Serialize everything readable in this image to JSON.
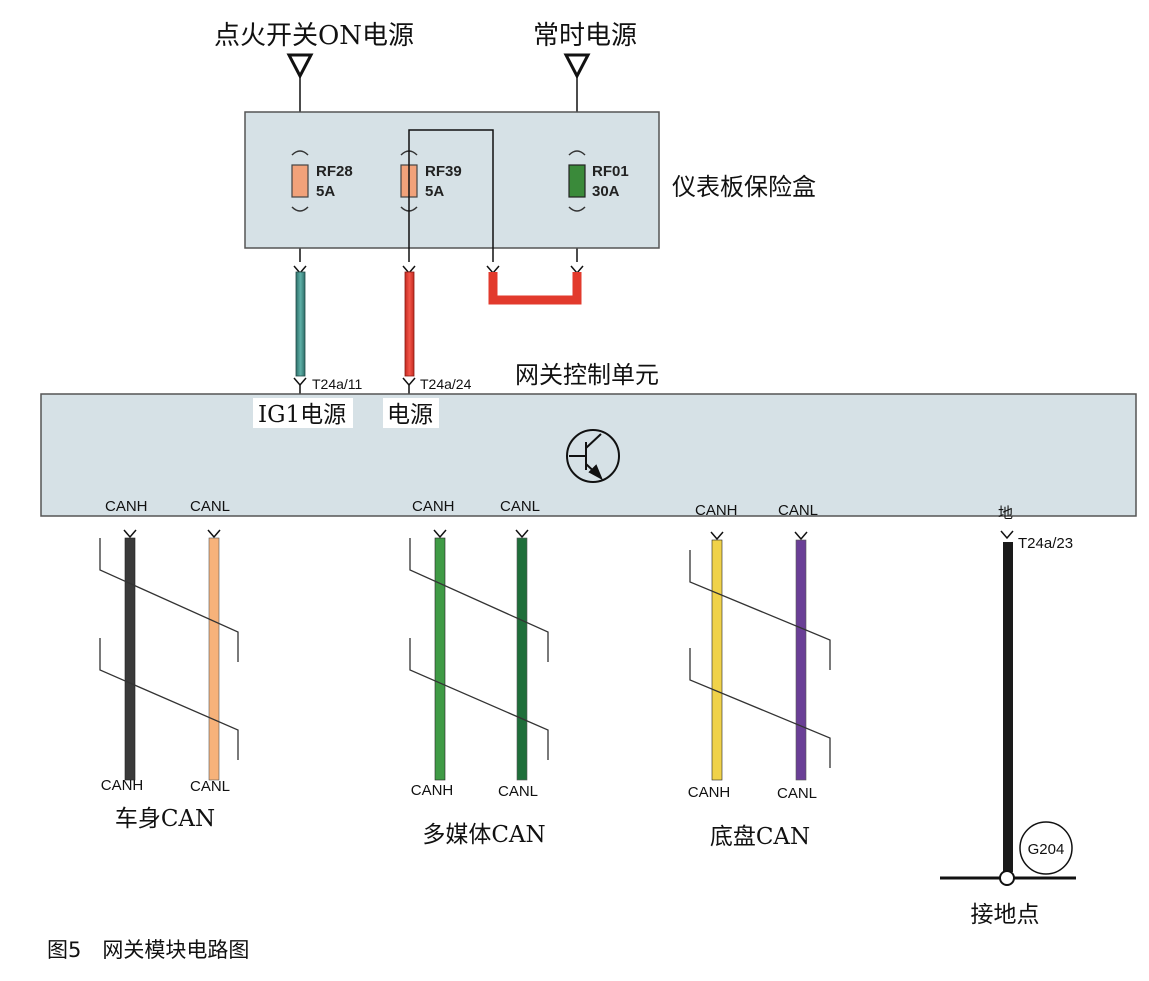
{
  "top_labels": {
    "ignition_on_power": "点火开关ON电源",
    "constant_power": "常时电源"
  },
  "fuse_box": {
    "title": "仪表板保险盒",
    "fuses": [
      {
        "id": "RF28",
        "rating": "5A",
        "color": "#f2a27a"
      },
      {
        "id": "RF39",
        "rating": "5A",
        "color": "#f2a27a"
      },
      {
        "id": "RF01",
        "rating": "30A",
        "color": "#3a8a3a"
      }
    ]
  },
  "gateway": {
    "title": "网关控制单元",
    "pins": {
      "ig1_pin": "T24a/11",
      "power_pin": "T24a/24",
      "ground_pin": "T24a/23"
    },
    "pin_labels": {
      "ig1": "IG1电源",
      "power": "电源",
      "ground": "地"
    },
    "bus_pins": {
      "canh": "CANH",
      "canl": "CANL"
    }
  },
  "buses": [
    {
      "name": "车身CAN",
      "canh_label": "CANH",
      "canl_label": "CANL",
      "canh_color": "#3a3a3a",
      "canl_color": "#f7b27a"
    },
    {
      "name": "多媒体CAN",
      "canh_label": "CANH",
      "canl_label": "CANL",
      "canh_color": "#3f9a45",
      "canl_color": "#1f6e3a"
    },
    {
      "name": "底盘CAN",
      "canh_label": "CANH",
      "canl_label": "CANL",
      "canh_color": "#f0d24a",
      "canl_color": "#6a3f96"
    }
  ],
  "ground": {
    "id": "G204",
    "label": "接地点"
  },
  "caption": "图5　网关模块电路图",
  "colors": {
    "box_fill": "#d6e1e6",
    "ig1_wire": "#3d8c86",
    "power_wire": "#e23a2c",
    "ground_wire": "#1a1a1a"
  }
}
